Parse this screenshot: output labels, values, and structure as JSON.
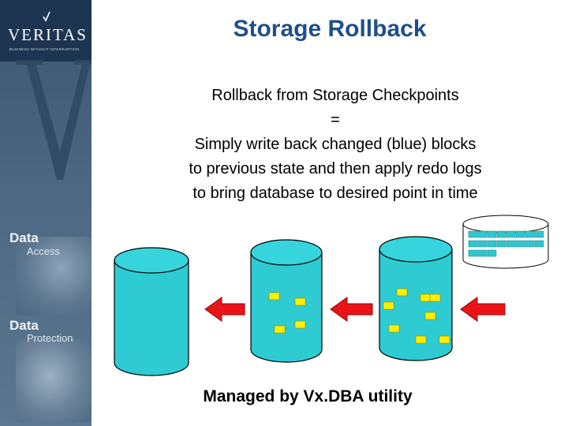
{
  "sidebar": {
    "logo_text": "VERITAS",
    "logo_tagline": "BUSINESS WITHOUT INTERRUPTION",
    "sections": [
      {
        "label": "Data",
        "sublabel": "Access"
      },
      {
        "label": "Data",
        "sublabel": "Protection"
      }
    ]
  },
  "slide": {
    "title": "Storage Rollback",
    "body_lines": [
      "Rollback from Storage Checkpoints",
      "=",
      "Simply write back changed (blue) blocks",
      "to previous state and then apply redo logs",
      "to bring database to desired point in time"
    ],
    "footer": "Managed by Vx.DBA utility"
  },
  "colors": {
    "title": "#1f4f8a",
    "cylinder_fill": "#2ecbd3",
    "cylinder_top": "#36d4dc",
    "changed_block": "#ffee00",
    "arrow": "#e8141a",
    "sidebar": "#4a6680",
    "log_cell": "#2fc7cf"
  },
  "diagram": {
    "cylinders": [
      {
        "name": "database-restored",
        "changed_blocks": 0
      },
      {
        "name": "database-checkpoint",
        "changed_blocks": 4
      },
      {
        "name": "database-current",
        "changed_blocks": 8
      }
    ],
    "arrows": 3,
    "redo_log_rows": [
      8,
      8,
      3
    ]
  }
}
